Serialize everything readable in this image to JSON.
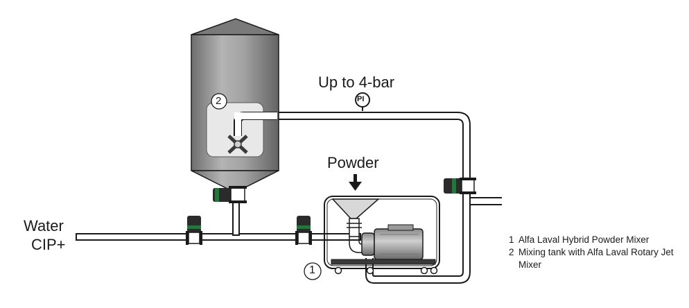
{
  "labels": {
    "pressure": "Up to 4-bar",
    "powder": "Powder",
    "inlet_line1": "Water",
    "inlet_line2": "CIP+",
    "pressure_indicator": "PI",
    "mixer_marker": "1",
    "tank_marker": "2"
  },
  "legend": [
    {
      "num": "1",
      "text": "Alfa Laval Hybrid Powder Mixer"
    },
    {
      "num": "2",
      "text": "Mixing tank with Alfa Laval Rotary Jet Mixer"
    }
  ],
  "colors": {
    "pipe_outline": "#1a1a1a",
    "tank_fill": "#9a9a9a",
    "valve_green": "#1f7a3a",
    "valve_dark": "#2b2b2b"
  }
}
